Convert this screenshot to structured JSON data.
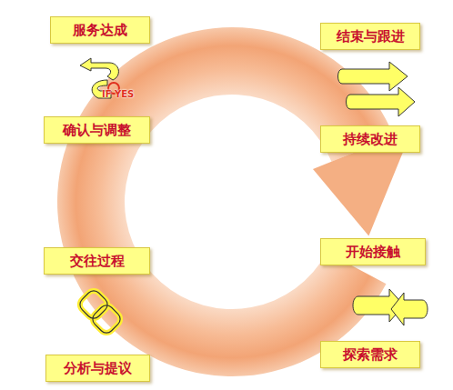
{
  "diagram": {
    "nodes": [
      {
        "text": [
          "服务达成"
        ]
      },
      {
        "text": [
          "结束与跟进"
        ]
      },
      {
        "text": [
          "确认与调整"
        ]
      },
      {
        "text": [
          "持续改进"
        ]
      },
      {
        "text": [
          "交往过程"
        ]
      },
      {
        "text": [
          "开始接触"
        ]
      },
      {
        "text": [
          "分析与提议"
        ]
      },
      {
        "text": [
          "探索需求"
        ]
      }
    ],
    "labels": [
      "IF YES"
    ]
  }
}
